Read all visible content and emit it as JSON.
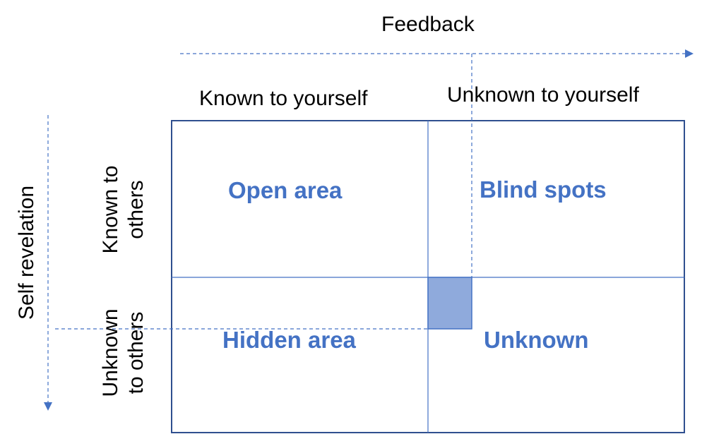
{
  "top_axis": {
    "label": "Feedback"
  },
  "left_axis": {
    "label": "Self revelation"
  },
  "columns": {
    "known": "Known to yourself",
    "unknown": "Unknown to yourself"
  },
  "rows": {
    "known_line1": "Known to",
    "known_line2": "others",
    "unknown_line1": "Unknown",
    "unknown_line2": "to others"
  },
  "quadrants": {
    "open": "Open area",
    "blind": "Blind spots",
    "hidden": "Hidden area",
    "unknown": "Unknown"
  },
  "colors": {
    "accent": "#4472c4",
    "grid": "#2f4f8f",
    "small_square_fill": "#8faadc"
  }
}
